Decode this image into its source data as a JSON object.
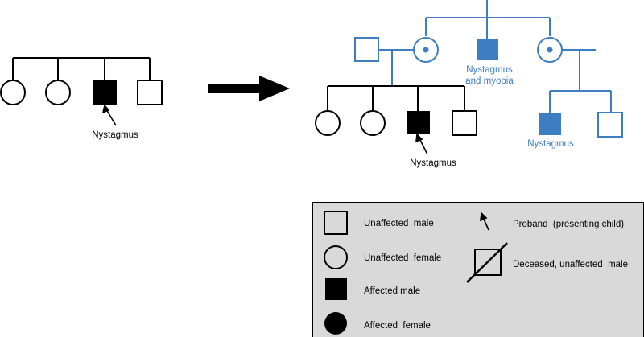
{
  "colors": {
    "black": "#000000",
    "blue": "#3d7dc1",
    "legend_bg": "#d9d9d9"
  },
  "small_pedigree": {
    "members": [
      {
        "shape": "circle",
        "status": "unaffected"
      },
      {
        "shape": "circle",
        "status": "unaffected"
      },
      {
        "shape": "square",
        "status": "affected",
        "proband": true
      },
      {
        "shape": "square",
        "status": "unaffected"
      }
    ],
    "proband_label": "Nystagmus"
  },
  "arrow": {
    "icon": "right-arrow-icon"
  },
  "expanded_pedigree": {
    "parent_generation": [
      {
        "shape": "square",
        "status": "unaffected"
      },
      {
        "shape": "circle",
        "status": "carrier"
      },
      {
        "shape": "square",
        "status": "affected",
        "label": [
          "Nystagmus",
          "and myopia"
        ]
      },
      {
        "shape": "circle",
        "status": "carrier"
      }
    ],
    "children": [
      {
        "shape": "circle",
        "status": "unaffected"
      },
      {
        "shape": "circle",
        "status": "unaffected"
      },
      {
        "shape": "square",
        "status": "affected",
        "proband": true
      },
      {
        "shape": "square",
        "status": "unaffected"
      }
    ],
    "proband_label": "Nystagmus",
    "cousins": [
      {
        "shape": "square",
        "status": "affected",
        "label": "Nystagmus"
      },
      {
        "shape": "square",
        "status": "unaffected"
      }
    ]
  },
  "legend": {
    "items": [
      {
        "symbol": "unaffected-male",
        "label": "Unaffected  male"
      },
      {
        "symbol": "unaffected-female",
        "label": "Unaffected  female"
      },
      {
        "symbol": "affected-male",
        "label": "Affected male"
      },
      {
        "symbol": "affected-female",
        "label": "Affected  female"
      },
      {
        "symbol": "proband-arrow",
        "label": "Proband  (presenting child)"
      },
      {
        "symbol": "deceased-male",
        "label": "Deceased, unaffected  male"
      }
    ]
  }
}
